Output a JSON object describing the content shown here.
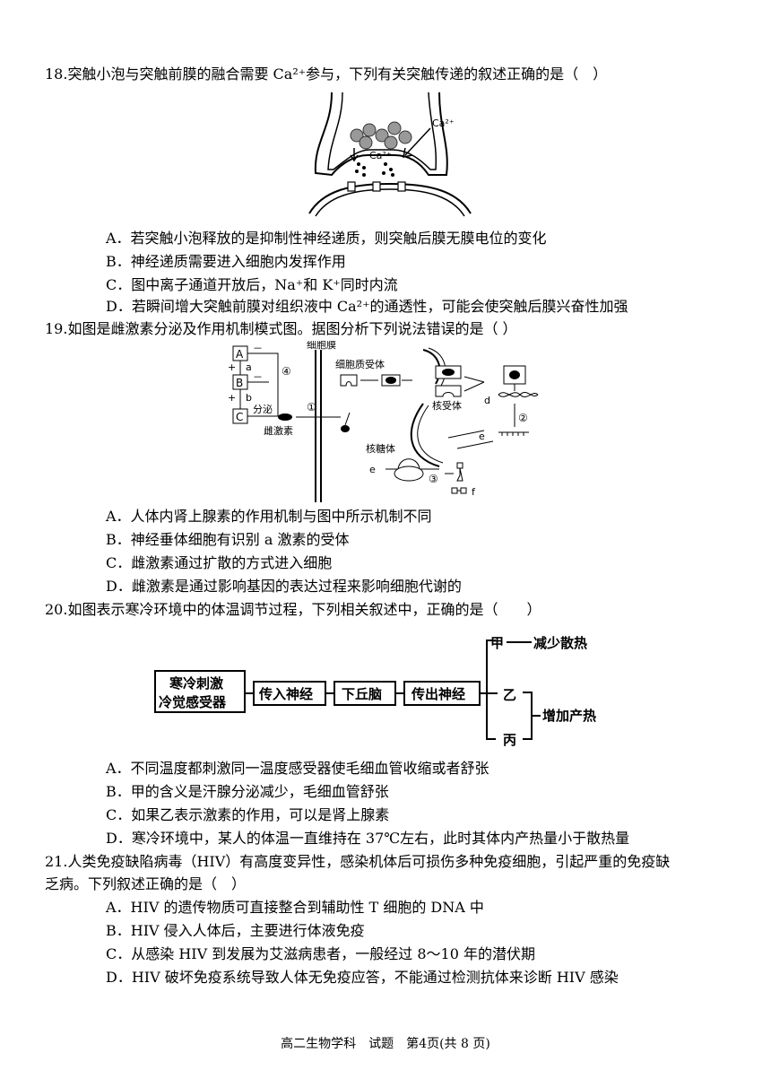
{
  "q18": {
    "stem": "18.突触小泡与突触前膜的融合需要 Ca²⁺参与，下列有关突触传递的叙述正确的是（　）",
    "fig": {
      "ca_label": "Ca²⁺"
    },
    "A": "A．若突触小泡释放的是抑制性神经递质，则突触后膜无膜电位的变化",
    "B": "B．神经递质需要进入细胞内发挥作用",
    "C": "C．图中离子通道开放后，Na⁺和 K⁺同时内流",
    "D": "D．若瞬间增大突触前膜对组织液中 Ca²⁺的通透性，可能会使突触后膜兴奋性加强"
  },
  "q19": {
    "stem": "19.如图是雌激素分泌及作用机制模式图。据图分析下列说法错误的是（ ）",
    "fig": {
      "A": "A",
      "B": "B",
      "C": "C",
      "minus": "－",
      "plus": "+",
      "a": "a",
      "b": "b",
      "d": "d",
      "e": "e",
      "f": "f",
      "secrete": "分泌",
      "estrogen": "雌激素",
      "membrane": "细胞膜",
      "cyto_receptor": "细胞质受体",
      "nuc_receptor": "核受体",
      "ribosome": "核糖体",
      "n1": "①",
      "n2": "②",
      "n3": "③",
      "n4": "④"
    },
    "A": "A．人体内肾上腺素的作用机制与图中所示机制不同",
    "B": "B．神经垂体细胞有识别 a 激素的受体",
    "C": "C．雌激素通过扩散的方式进入细胞",
    "D": "D．雌激素是通过影响基因的表达过程来影响细胞代谢的"
  },
  "q20": {
    "stem": "20.如图表示寒冷环境中的体温调节过程，下列相关叙述中，正确的是（　　）",
    "fig": {
      "stim1": "寒冷刺激",
      "stim2": "冷觉感受器",
      "aff": "传入神经",
      "hypo": "下丘脑",
      "eff": "传出神经",
      "jia": "甲",
      "reduce": "减少散热",
      "yi": "乙",
      "bing": "丙",
      "increase": "增加产热"
    },
    "A": "A．不同温度都刺激同一温度感受器使毛细血管收缩或者舒张",
    "B": "B．甲的含义是汗腺分泌减少，毛细血管舒张",
    "C": "C．如果乙表示激素的作用，可以是肾上腺素",
    "D": "D．寒冷环境中，某人的体温一直维持在 37℃左右，此时其体内产热量小于散热量"
  },
  "q21": {
    "stem1": "21.人类免疫缺陷病毒（HIV）有高度变异性，感染机体后可损伤多种免疫细胞，引起严重的免疫缺",
    "stem2": "乏病。下列叙述正确的是（　）",
    "A": "A．HIV 的遗传物质可直接整合到辅助性 T 细胞的 DNA 中",
    "B": "B．HIV 侵入人体后，主要进行体液免疫",
    "C": "C．从感染 HIV 到发展为艾滋病患者，一般经过 8～10 年的潜伏期",
    "D": "D．HIV 破坏免疫系统导致人体无免疫应答，不能通过检测抗体来诊断 HIV 感染"
  },
  "footer": "高二生物学科　试题　第4页(共 8 页)"
}
